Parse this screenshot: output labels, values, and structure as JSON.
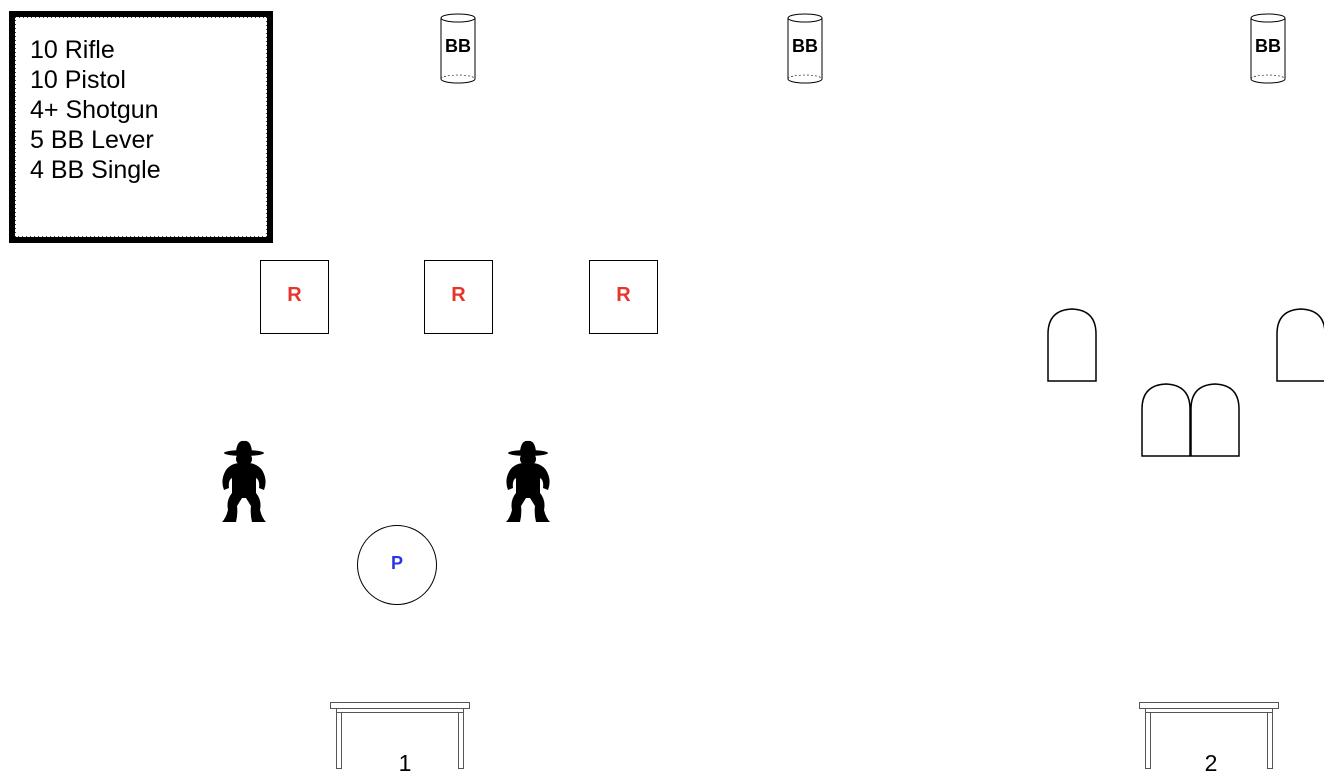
{
  "round_counts": [
    "10 Rifle",
    "10 Pistol",
    "4+ Shotgun",
    "5 BB Lever",
    "4 BB Single"
  ],
  "bigbore_targets": [
    "BB",
    "BB",
    "BB"
  ],
  "rifle_targets": [
    "R",
    "R",
    "R"
  ],
  "pistol_target": "P",
  "shooting_positions": [
    "1",
    "2"
  ],
  "colors": {
    "rifle": "#e8352b",
    "pistol": "#2a35e8",
    "silhouette": "#000000"
  },
  "icons": {
    "cowboy": "cowboy-silhouette-icon",
    "shotgun": "shotgun-knockdown-target",
    "can": "bigbore-can-target",
    "table": "loading-table"
  }
}
